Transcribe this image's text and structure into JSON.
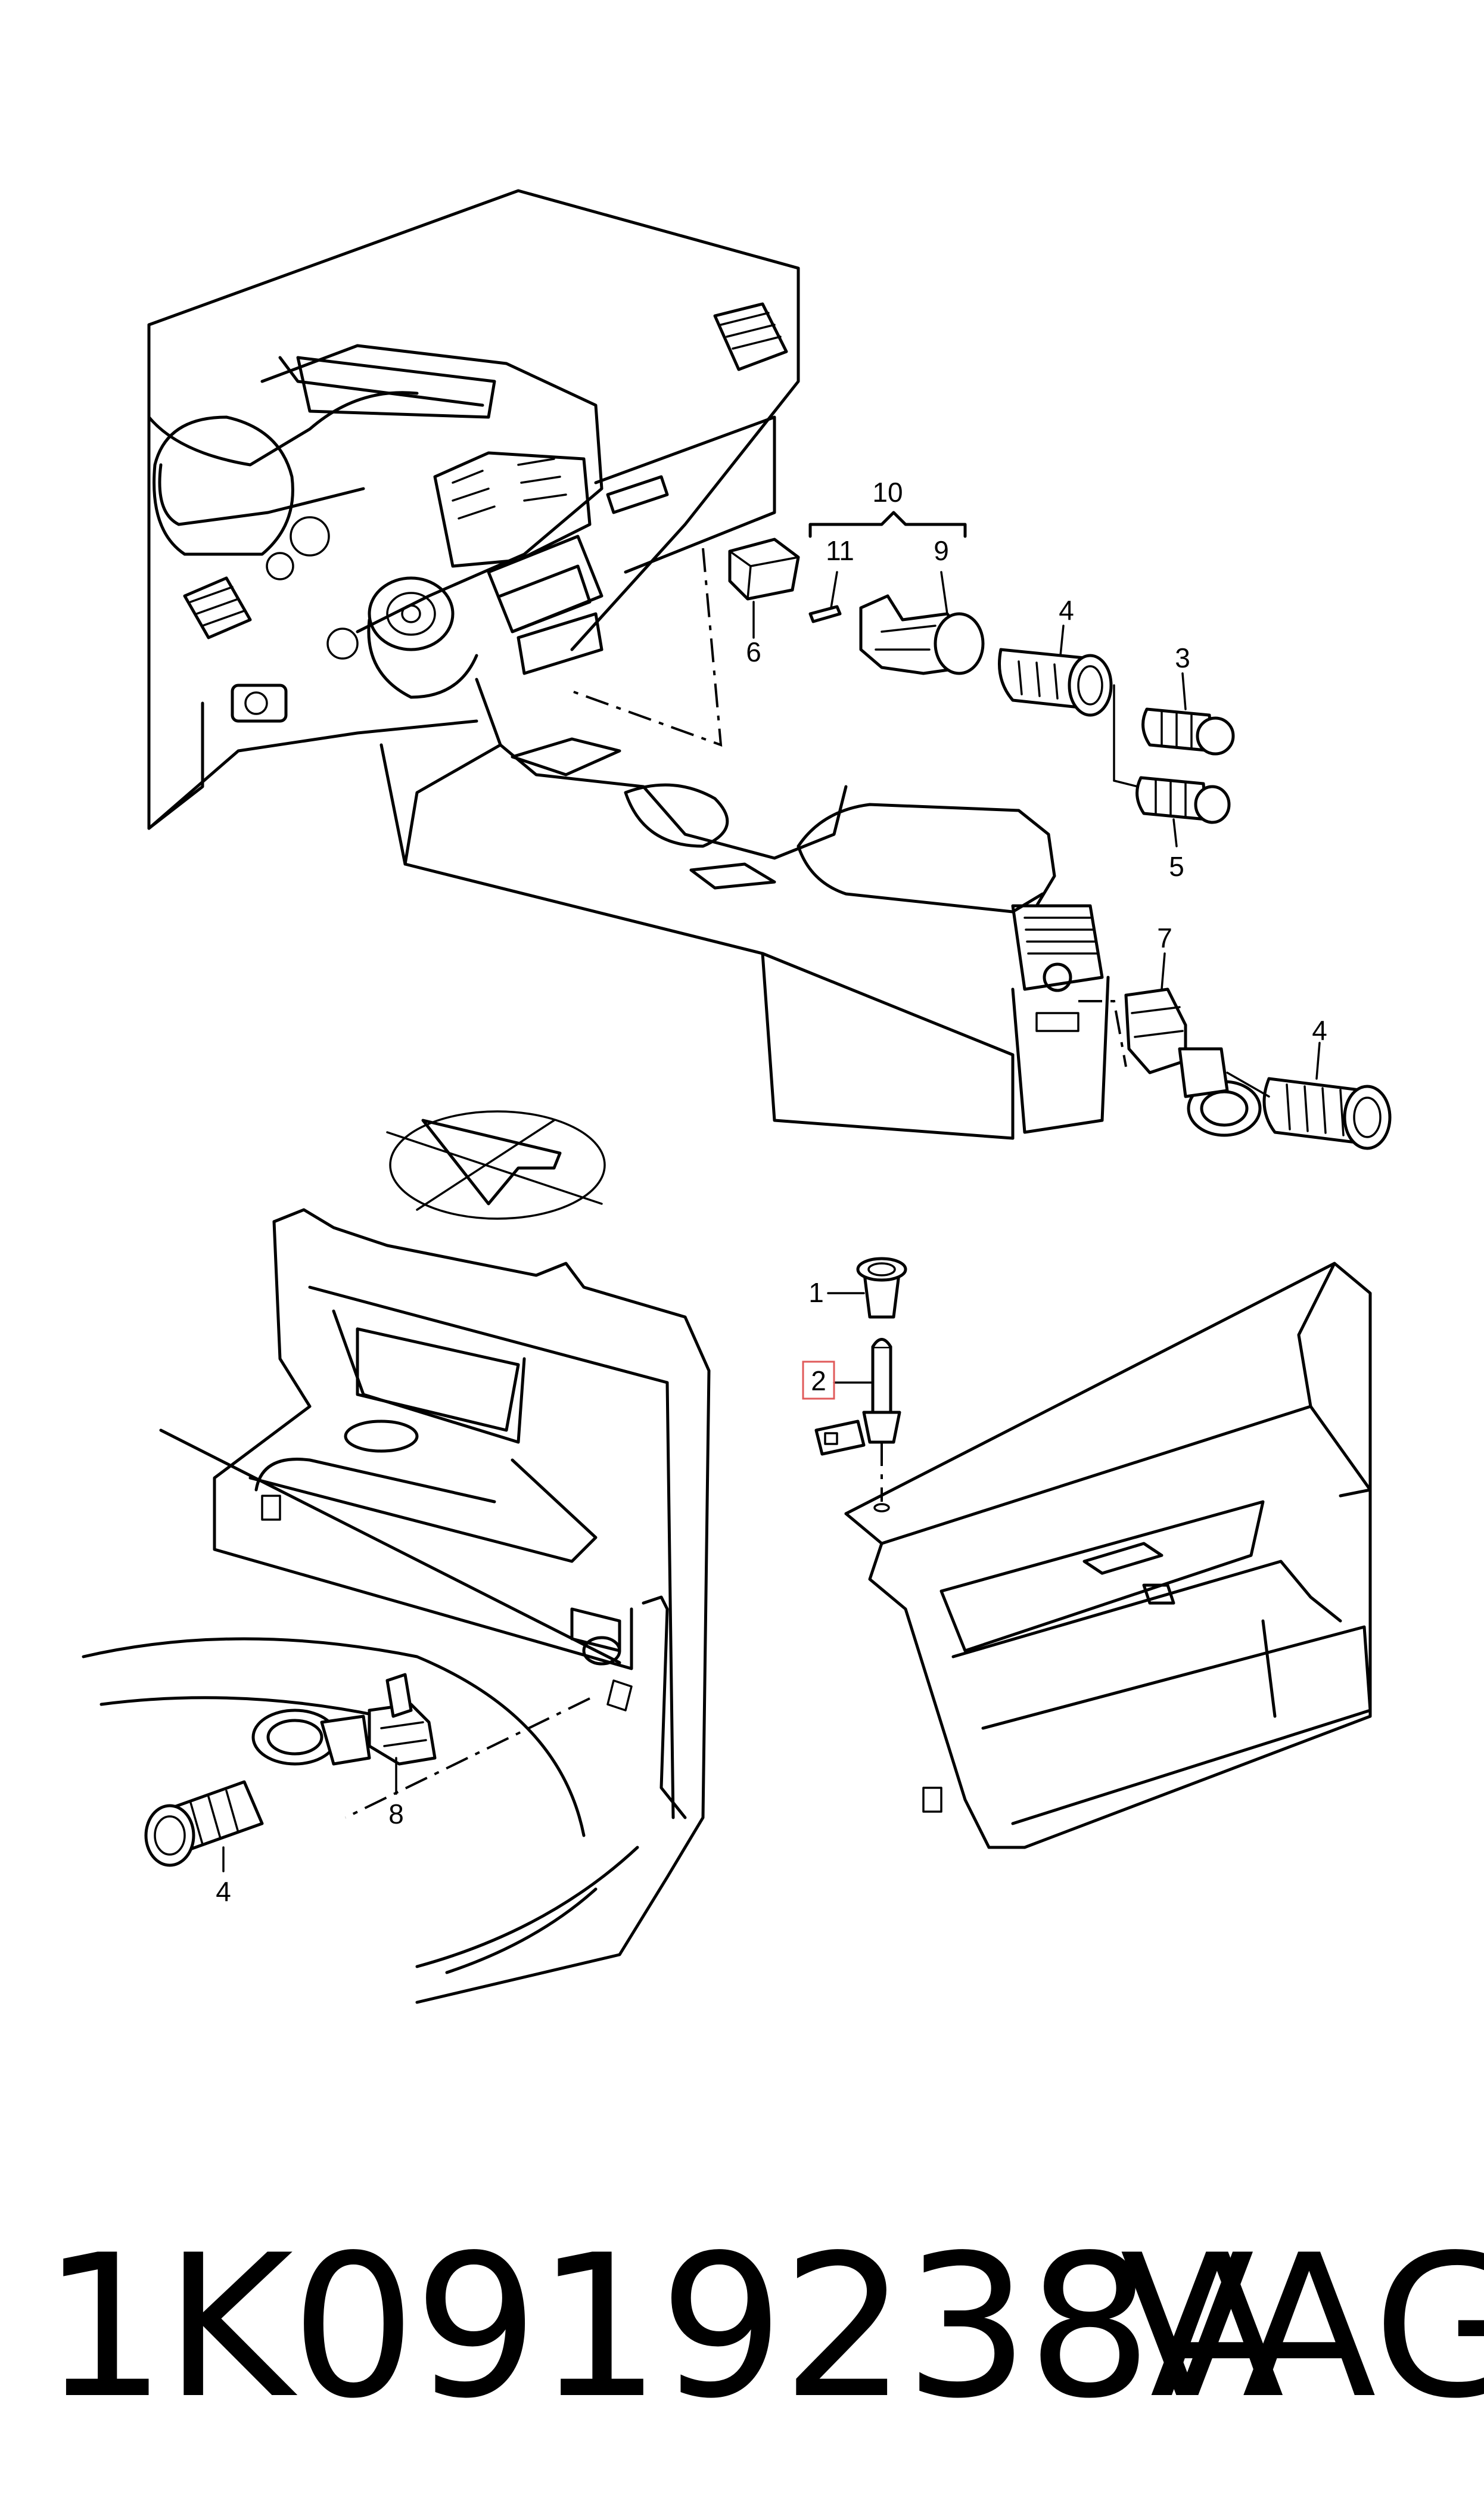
{
  "callouts": {
    "c10": "10",
    "c11": "11",
    "c9": "9",
    "c6": "6",
    "c4_top": "4",
    "c3": "3",
    "c5": "5",
    "c7": "7",
    "c4_mid": "4",
    "c1": "1",
    "c2": "2",
    "c8": "8",
    "c4_bottom": "4"
  },
  "highlight_color": "#e05a5a",
  "footer": {
    "part_number": "1K0919238A",
    "brand": "VAG"
  }
}
